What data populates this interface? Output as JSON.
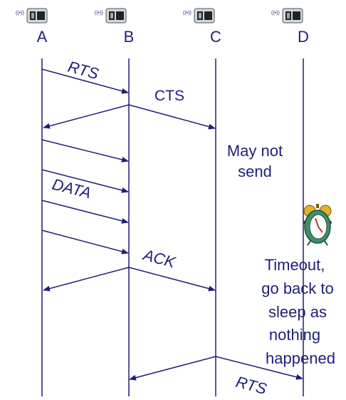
{
  "nodes": [
    {
      "id": "A",
      "label": "A",
      "icon": "wireless-node-icon"
    },
    {
      "id": "B",
      "label": "B",
      "icon": "wireless-node-icon"
    },
    {
      "id": "C",
      "label": "C",
      "icon": "wireless-node-icon"
    },
    {
      "id": "D",
      "label": "D",
      "icon": "wireless-node-icon"
    }
  ],
  "messages": {
    "rts_1": "RTS",
    "cts": "CTS",
    "data": "DATA",
    "ack": "ACK",
    "rts_2": "RTS"
  },
  "notes": {
    "may_not_send": [
      "May not",
      "send"
    ],
    "timeout": [
      "Timeout,",
      "go back to",
      "sleep as",
      "nothing",
      "happened"
    ]
  },
  "alarm_clock_icon": "alarm-clock-icon",
  "colors": {
    "line": "#1f1f7a",
    "text": "#1f1f7a",
    "clock_body": "#3f8f6e",
    "clock_bells": "#e0b12a",
    "clock_face": "#ffffff",
    "clock_hands": "#c0392b"
  }
}
